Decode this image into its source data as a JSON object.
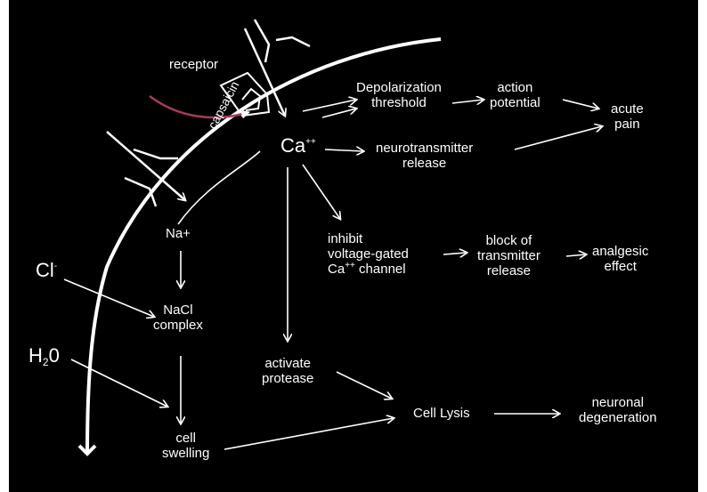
{
  "colors": {
    "background": "#000000",
    "foreground": "#ffffff",
    "capsaicin_arrow": "#a83a5a"
  },
  "labels": {
    "receptor": "receptor",
    "capsaicin": "capsaicin",
    "ca": "Ca",
    "ca_charge": "++",
    "depolarization_l1": "Depolarization",
    "depolarization_l2": "threshold",
    "action_l1": "action",
    "action_l2": "potential",
    "acute_l1": "acute",
    "acute_l2": "pain",
    "neuro_l1": "neurotransmitter",
    "neuro_l2": "release",
    "inhibit_l1": "inhibit",
    "inhibit_l2": "voltage-gated",
    "inhibit_l3_ca": "Ca",
    "inhibit_l3_charge": "++",
    "inhibit_l3_rest": " channel",
    "block_l1": "block of",
    "block_l2": "transmitter",
    "block_l3": "release",
    "analgesic_l1": "analgesic",
    "analgesic_l2": "effect",
    "na": "Na+",
    "nacl_l1": "NaCl",
    "nacl_l2": "complex",
    "cl": "Cl",
    "cl_charge": "-",
    "h2o_h": "H",
    "h2o_sub": "2",
    "h2o_o": "0",
    "cell_l1": "cell",
    "cell_l2": "swelling",
    "activate_l1": "activate",
    "activate_l2": "protease",
    "lysis": "Cell Lysis",
    "degeneration_l1": "neuronal",
    "degeneration_l2": "degeneration"
  }
}
